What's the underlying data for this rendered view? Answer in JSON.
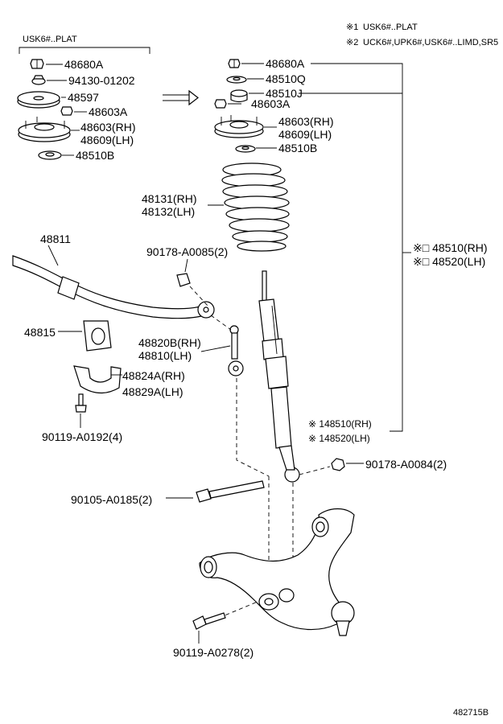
{
  "notes": [
    {
      "mark": "※1",
      "text": "USK6#..PLAT"
    },
    {
      "mark": "※2",
      "text": "UCK6#,UPK6#,USK6#..LIMD,SR5"
    }
  ],
  "group_label": "USK6#..PLAT",
  "left_mount_labels": [
    "48680A",
    "94130-01202",
    "48597",
    "48603A",
    "48603(RH)",
    "48609(LH)",
    "48510B"
  ],
  "right_mount_labels": [
    "48680A",
    "48510Q",
    "48510J",
    "48603A",
    "48603(RH)",
    "48609(LH)",
    "48510B"
  ],
  "spring_labels": [
    "48131(RH)",
    "48132(LH)"
  ],
  "strut_assy_labels": [
    "※□ 48510(RH)",
    "※□ 48520(LH)"
  ],
  "shock_labels": [
    "※ 148510(RH)",
    "※ 148520(LH)"
  ],
  "stabilizer_bar": "48811",
  "bushing": "48815",
  "bracket_labels": [
    "48824A(RH)",
    "48829A(LH)"
  ],
  "bracket_bolt": "90119-A0192(4)",
  "link_nut": "90178-A0085(2)",
  "link_labels": [
    "48820B(RH)",
    "48810(LH)"
  ],
  "lower_nut": "90178-A0084(2)",
  "lower_bolt": "90105-A0185(2)",
  "arm_bolt": "90119-A0278(2)",
  "figure_id": "482715B"
}
